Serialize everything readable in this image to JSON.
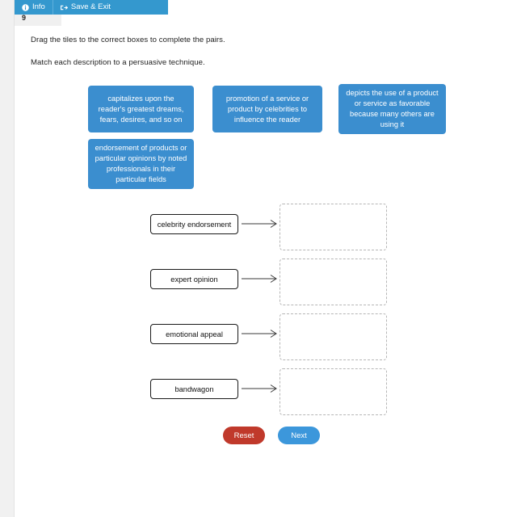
{
  "topbar": {
    "background": "#3498ce",
    "buttons": [
      {
        "label": "Info",
        "icon": "info-circle-icon"
      },
      {
        "label": "Save & Exit",
        "icon": "sign-out-icon"
      }
    ]
  },
  "question": {
    "number": "9"
  },
  "instructions": {
    "line1": "Drag the tiles to the correct boxes to complete the pairs.",
    "line2": "Match each description to a persuasive technique."
  },
  "tiles": [
    {
      "text": "capitalizes upon the reader's greatest dreams, fears, desires, and so on"
    },
    {
      "text": "promotion of a service or product by celebrities to influence the reader"
    },
    {
      "text": "depicts the use of a product or service as favorable because many others are using it"
    },
    {
      "text": "endorsement of products or particular opinions by noted professionals in their particular fields"
    }
  ],
  "rows": [
    {
      "label": "celebrity endorsement",
      "dropzone_value": ""
    },
    {
      "label": "expert opinion",
      "dropzone_value": ""
    },
    {
      "label": "emotional appeal",
      "dropzone_value": ""
    },
    {
      "label": "bandwagon",
      "dropzone_value": ""
    }
  ],
  "buttons": {
    "reset": {
      "label": "Reset",
      "color": "#c0392b"
    },
    "next": {
      "label": "Next",
      "color": "#3c97db"
    }
  },
  "colors": {
    "tile_blue": "#3b8ecf",
    "topbar_blue": "#3498ce",
    "rail_gray": "#f1f1f1",
    "dropzone_border": "#b6b6b6"
  }
}
